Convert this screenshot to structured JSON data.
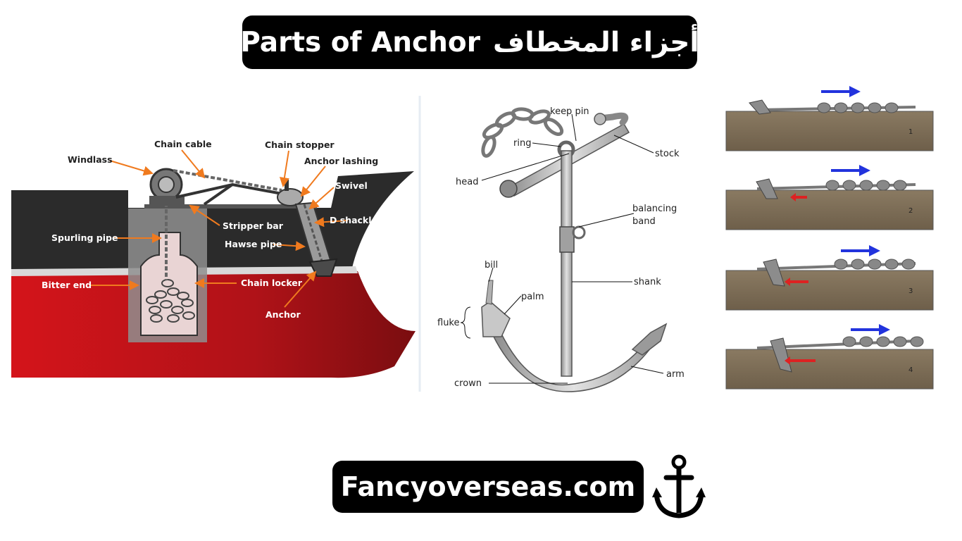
{
  "title": {
    "english": "Parts of Anchor",
    "arabic": "أجزاء المخطاف"
  },
  "footer": {
    "site": "Fancyoverseas.com",
    "icon": "anchor-icon"
  },
  "ship_diagram": {
    "labels": {
      "windlass": "Windlass",
      "chain_cable": "Chain cable",
      "chain_stopper": "Chain stopper",
      "anchor_lashing": "Anchor lashing",
      "swivel": "Swivel",
      "d_shackle": "D shackle",
      "stripper_bar": "Stripper bar",
      "hawse_pipe": "Hawse pipe",
      "spurling_pipe": "Spurling pipe",
      "bitter_end": "Bitter end",
      "chain_locker": "Chain locker",
      "anchor": "Anchor"
    },
    "colors": {
      "hull_red": "#c0151b",
      "deck_dark": "#2b2b2b",
      "leader": "#f07a1e"
    }
  },
  "anchor_parts": {
    "labels": {
      "keep_pin": "keep pin",
      "ring": "ring",
      "stock": "stock",
      "head": "head",
      "balancing_band": [
        "balancing",
        "band"
      ],
      "shank": "shank",
      "bill": "bill",
      "palm": "palm",
      "fluke": "fluke",
      "arm": "arm",
      "crown": "crown"
    }
  },
  "setting_stages": {
    "panels": [
      "1",
      "2",
      "3",
      "4"
    ],
    "colors": {
      "seabed": "#7a6a55",
      "chain_pull": "#2233dd",
      "resistance": "#dd2222"
    }
  }
}
